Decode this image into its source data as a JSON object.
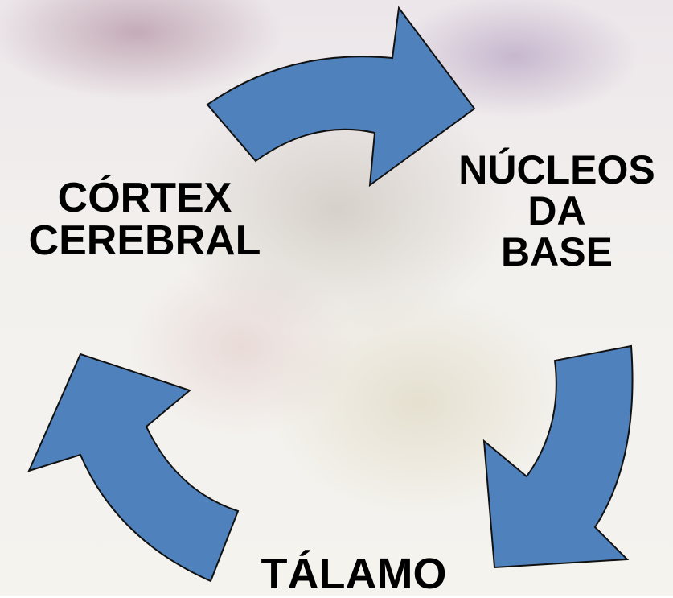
{
  "nodes": {
    "cortex": {
      "lines": [
        "CÓRTEX",
        "CEREBRAL"
      ]
    },
    "nucleos": {
      "lines": [
        "NÚCLEOS",
        "DA",
        "BASE"
      ]
    },
    "talamo": {
      "lines": [
        "TÁLAMO"
      ]
    }
  },
  "arrows": [
    {
      "from": "cortex",
      "to": "nucleos",
      "icon": "curved-arrow-right-icon"
    },
    {
      "from": "nucleos",
      "to": "talamo",
      "icon": "curved-arrow-down-icon"
    },
    {
      "from": "talamo",
      "to": "cortex",
      "icon": "curved-arrow-up-icon"
    }
  ],
  "colors": {
    "arrow_fill": "#4f81bd",
    "arrow_outline": "#111111",
    "text": "#000000"
  }
}
